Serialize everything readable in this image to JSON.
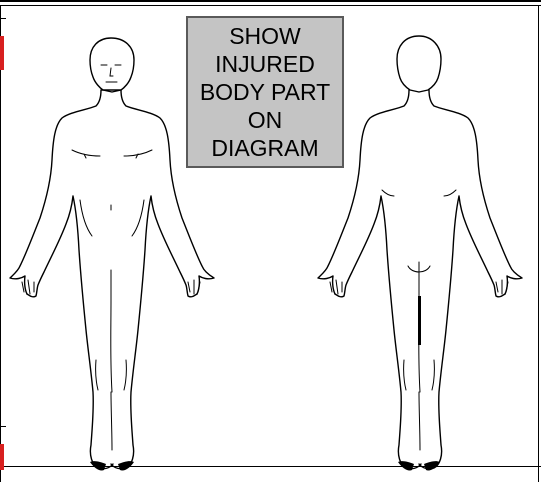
{
  "instruction_box": {
    "lines": [
      "SHOW",
      "INJURED",
      "BODY PART",
      "ON",
      "DIAGRAM"
    ]
  },
  "accent_colors": {
    "tab_red": "#d8201f",
    "box_gray": "#c4c4c4"
  }
}
